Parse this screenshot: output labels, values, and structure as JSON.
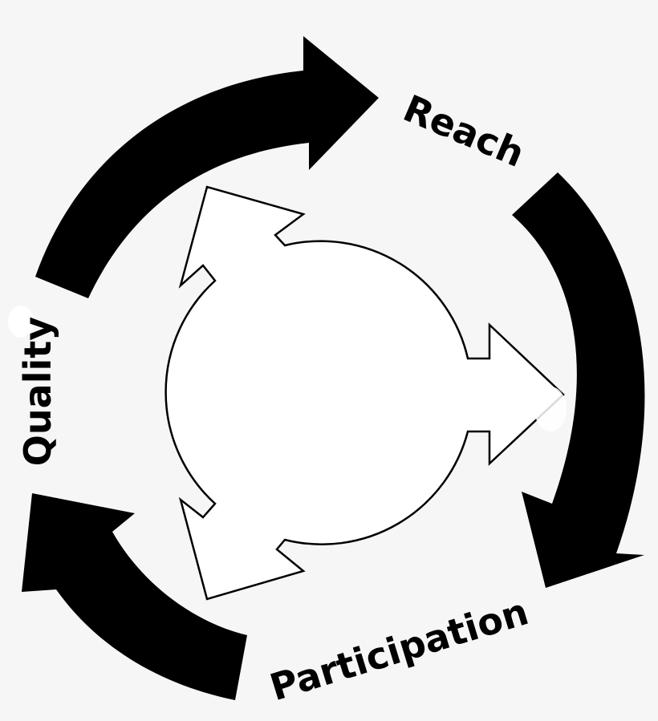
{
  "diagram": {
    "labels": {
      "reach": "Reach",
      "participation": "Participation",
      "quality": "Quality"
    },
    "colors": {
      "background": "#f6f6f6",
      "outer_arrows": "#000000",
      "inner_outline": "#000000",
      "inner_fill": "#ffffff"
    }
  }
}
